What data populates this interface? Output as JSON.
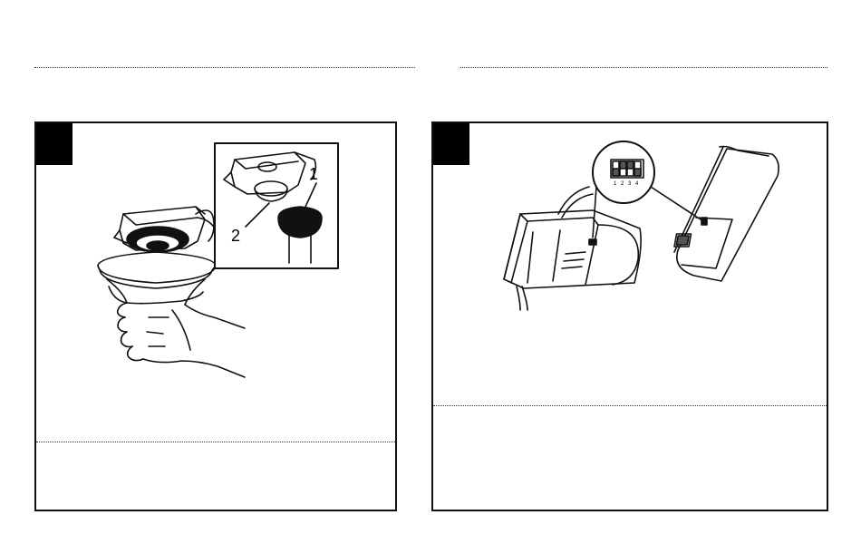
{
  "left_figure": {
    "callouts": [
      "1",
      "2"
    ]
  },
  "right_figure": {
    "dip_switch_positions": [
      "1",
      "2",
      "3",
      "4"
    ]
  }
}
